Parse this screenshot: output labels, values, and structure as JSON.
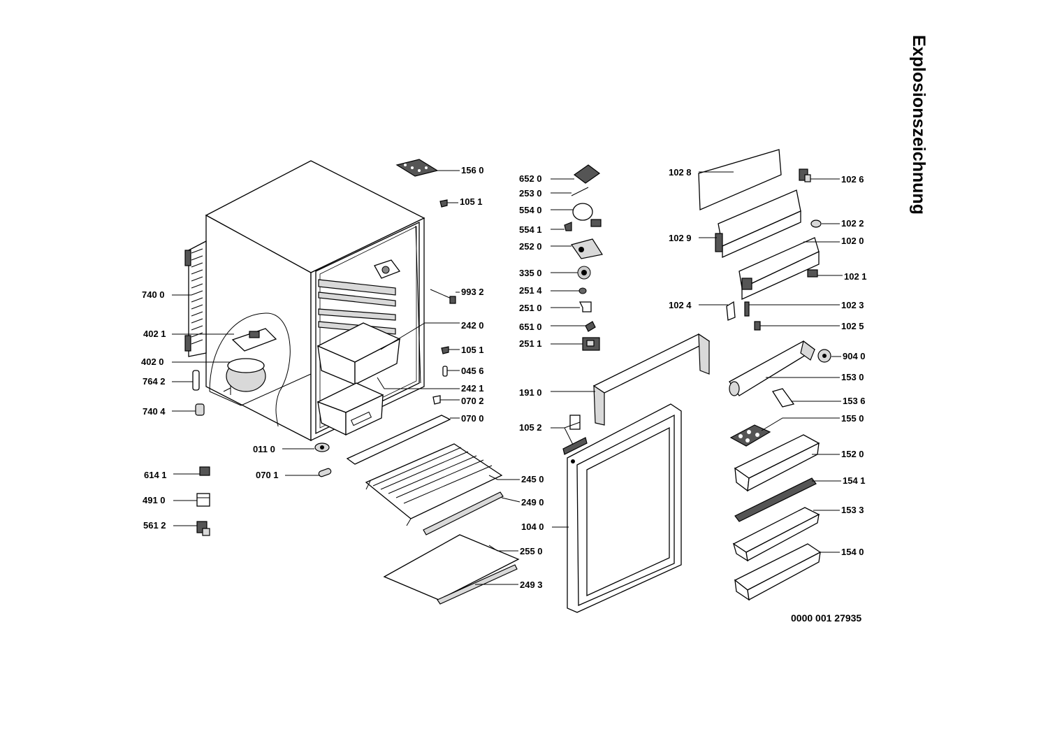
{
  "title": "Explosionszeichnung",
  "document_number": "0000 001 27935",
  "parts": [
    {
      "id": "p1560",
      "label": "156 0"
    },
    {
      "id": "p1051a",
      "label": "105 1"
    },
    {
      "id": "p7400",
      "label": "740 0"
    },
    {
      "id": "p9932",
      "label": "993 2"
    },
    {
      "id": "p4021",
      "label": "402 1"
    },
    {
      "id": "p2420",
      "label": "242 0"
    },
    {
      "id": "p1051b",
      "label": "105 1"
    },
    {
      "id": "p4020",
      "label": "402 0"
    },
    {
      "id": "p0456",
      "label": "045 6"
    },
    {
      "id": "p7642",
      "label": "764 2"
    },
    {
      "id": "p2421",
      "label": "242 1"
    },
    {
      "id": "p0702",
      "label": "070 2"
    },
    {
      "id": "p7404",
      "label": "740 4"
    },
    {
      "id": "p0700",
      "label": "070 0"
    },
    {
      "id": "p0110",
      "label": "011 0"
    },
    {
      "id": "p6141",
      "label": "614 1"
    },
    {
      "id": "p0701",
      "label": "070 1"
    },
    {
      "id": "p4910",
      "label": "491 0"
    },
    {
      "id": "p5612",
      "label": "561 2"
    },
    {
      "id": "p2450",
      "label": "245 0"
    },
    {
      "id": "p2490",
      "label": "249 0"
    },
    {
      "id": "p2550",
      "label": "255 0"
    },
    {
      "id": "p2493",
      "label": "249 3"
    },
    {
      "id": "p6520",
      "label": "652 0"
    },
    {
      "id": "p2530",
      "label": "253 0"
    },
    {
      "id": "p5540",
      "label": "554 0"
    },
    {
      "id": "p5541",
      "label": "554 1"
    },
    {
      "id": "p2520",
      "label": "252 0"
    },
    {
      "id": "p3350",
      "label": "335 0"
    },
    {
      "id": "p2514",
      "label": "251 4"
    },
    {
      "id": "p2510",
      "label": "251 0"
    },
    {
      "id": "p6510",
      "label": "651 0"
    },
    {
      "id": "p2511",
      "label": "251 1"
    },
    {
      "id": "p1910",
      "label": "191 0"
    },
    {
      "id": "p1052",
      "label": "105 2"
    },
    {
      "id": "p1040",
      "label": "104 0"
    },
    {
      "id": "p1028",
      "label": "102 8"
    },
    {
      "id": "p1026",
      "label": "102 6"
    },
    {
      "id": "p1022",
      "label": "102 2"
    },
    {
      "id": "p1029",
      "label": "102 9"
    },
    {
      "id": "p1020",
      "label": "102 0"
    },
    {
      "id": "p1021",
      "label": "102 1"
    },
    {
      "id": "p1024",
      "label": "102 4"
    },
    {
      "id": "p1023",
      "label": "102 3"
    },
    {
      "id": "p1025",
      "label": "102 5"
    },
    {
      "id": "p9040",
      "label": "904 0"
    },
    {
      "id": "p1530",
      "label": "153 0"
    },
    {
      "id": "p1536",
      "label": "153 6"
    },
    {
      "id": "p1550",
      "label": "155 0"
    },
    {
      "id": "p1520",
      "label": "152 0"
    },
    {
      "id": "p1541",
      "label": "154 1"
    },
    {
      "id": "p1533",
      "label": "153 3"
    },
    {
      "id": "p1540",
      "label": "154 0"
    }
  ]
}
